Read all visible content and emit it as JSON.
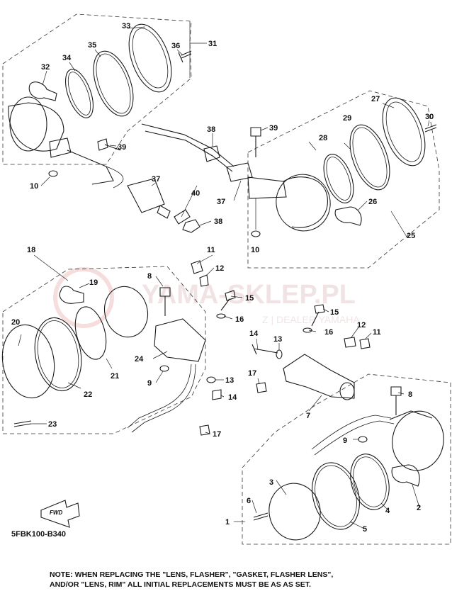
{
  "diagram_code": "5FBK100-B340",
  "note_line1": "NOTE: WHEN REPLACING THE  \"LENS, FLASHER\", \"GASKET, FLASHER LENS\",",
  "note_line2": "AND/OR \"LENS, RIM\" ALL INITIAL REPLACEMENTS MUST BE AS AS SET.",
  "fwd_label": "FWD",
  "watermark_main": "YAMA-SKLEP.PL",
  "watermark_sub": "Z | DEALER YAMAHA",
  "part_numbers": [
    "1",
    "2",
    "3",
    "4",
    "5",
    "6",
    "7",
    "8",
    "9",
    "10",
    "11",
    "12",
    "13",
    "14",
    "15",
    "16",
    "17",
    "18",
    "19",
    "20",
    "21",
    "22",
    "23",
    "24",
    "25",
    "26",
    "27",
    "28",
    "29",
    "30",
    "31",
    "32",
    "33",
    "34",
    "35",
    "36",
    "37",
    "38",
    "39",
    "40"
  ],
  "colors": {
    "ink": "#1a1a1a",
    "watermark": "#e8a0a0"
  }
}
